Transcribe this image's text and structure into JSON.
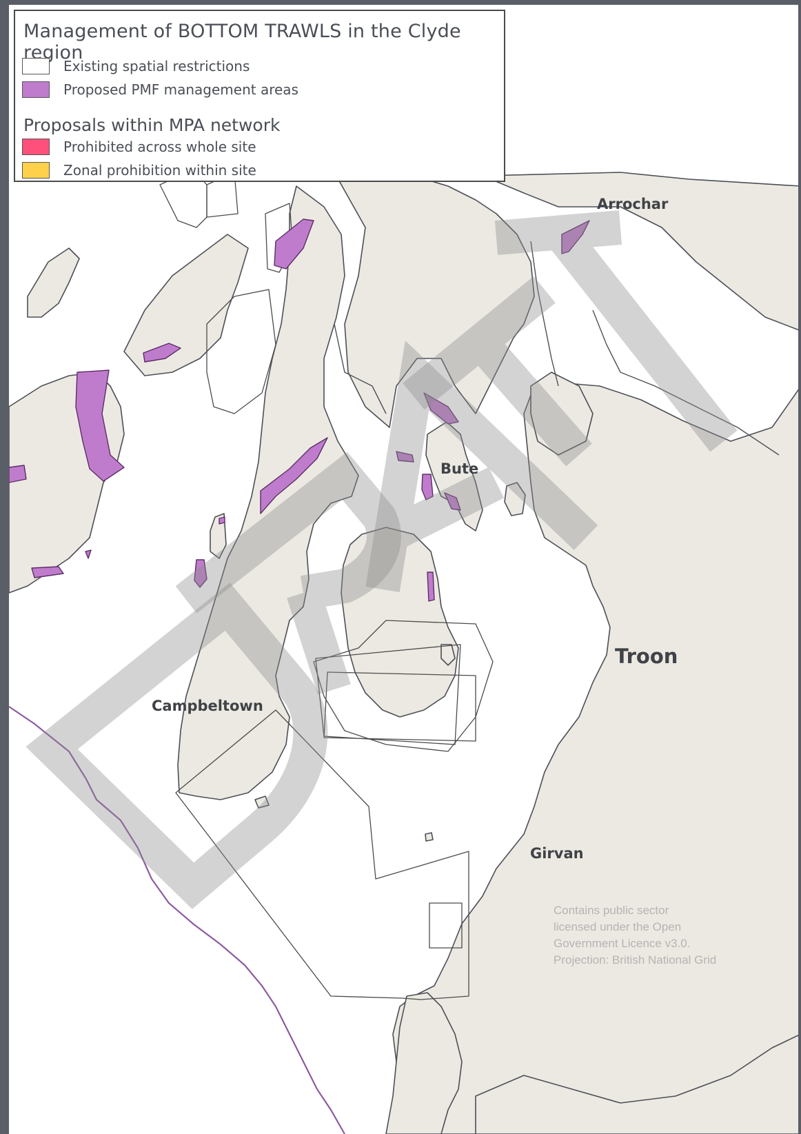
{
  "legend": {
    "title": "Management of BOTTOM TRAWLS in the Clyde region",
    "items": [
      {
        "label": "Existing spatial restrictions",
        "color": "#ffffff"
      },
      {
        "label": "Proposed PMF management areas",
        "color": "#c07ccc"
      }
    ],
    "subtitle": "Proposals within MPA network",
    "mpa_items": [
      {
        "label": "Prohibited across whole site",
        "color": "#ff4f7b"
      },
      {
        "label": "Zonal prohibition within site",
        "color": "#ffd04a"
      }
    ]
  },
  "places": {
    "arrochar": "Arrochar",
    "bute": "Bute",
    "troon": "Troon",
    "campbeltown": "Campbeltown",
    "girvan": "Girvan"
  },
  "watermark": "DRAFT",
  "credit": [
    "Contains public sector",
    "licensed under the Open",
    "Government Licence v3.0.",
    "Projection: British National Grid"
  ],
  "colors": {
    "land": "#ece9e2",
    "sea": "#ffffff",
    "pmf_fill": "#c07ccc",
    "boundary_line": "#8d5aa0",
    "frame": "#5a5e66"
  }
}
